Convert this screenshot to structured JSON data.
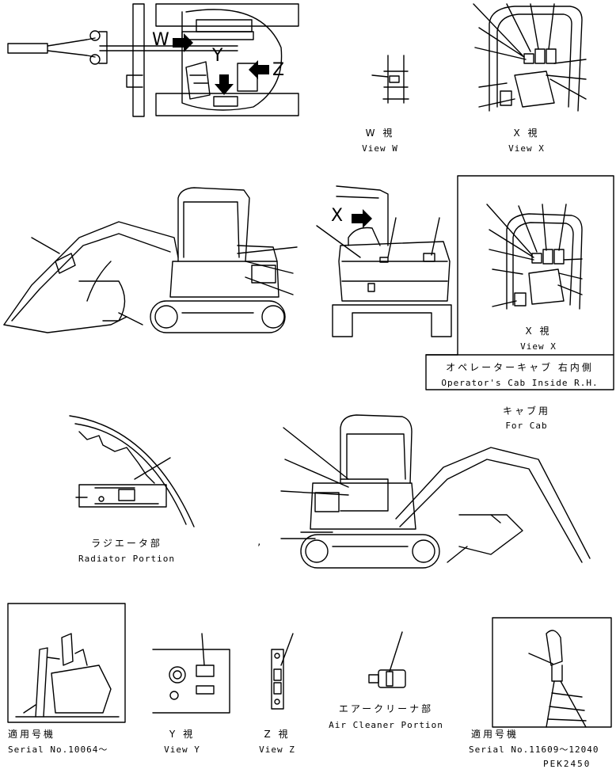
{
  "arrows": {
    "w": "W",
    "y": "Y",
    "z": "Z",
    "x": "X"
  },
  "views": {
    "w_jp": "W 視",
    "w_en": "View W",
    "x_jp": "X 視",
    "x_en": "View X",
    "x2_jp": "X 視",
    "x2_en": "View X",
    "y_jp": "Y 視",
    "y_en": "View Y",
    "z_jp": "Z 視",
    "z_en": "View Z"
  },
  "cab_box": {
    "jp": "オペレーターキャブ 右内側",
    "en": "Operator's Cab Inside R.H."
  },
  "for_cab": {
    "jp": "キャブ用",
    "en": "For Cab"
  },
  "radiator": {
    "jp": "ラジエータ部",
    "en": "Radiator Portion"
  },
  "air_cleaner": {
    "jp": "エアークリーナ部",
    "en": "Air Cleaner Portion"
  },
  "serial_left": {
    "jp": "適用号機",
    "en": "Serial No.10064～"
  },
  "serial_right": {
    "jp": "適用号機",
    "en": "Serial No.11609～12040"
  },
  "drawing_code": "PEK2450",
  "stray_mark": ","
}
